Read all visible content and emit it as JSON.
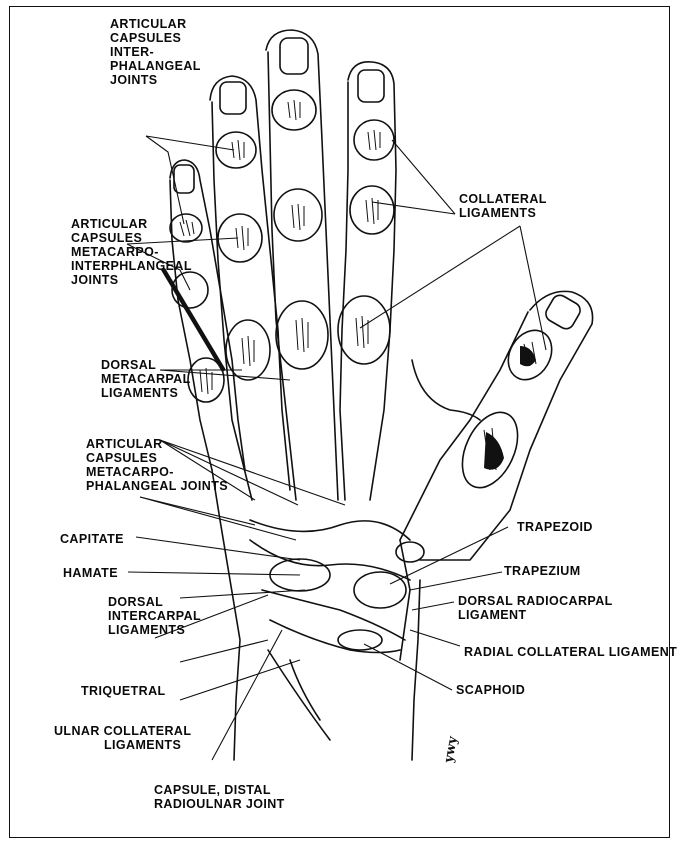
{
  "figure": {
    "signature": "ywy"
  },
  "labels": {
    "articular_capsules_interphalangeal": [
      "Articular",
      "Capsules",
      "Inter-",
      "phalangeal",
      "Joints"
    ],
    "articular_capsules_metacarpo_interphalangeal": [
      "Articular",
      "Capsules",
      "Metacarpo-",
      "interphlangeal",
      "Joints"
    ],
    "collateral_ligaments": [
      "Collateral",
      "Ligaments"
    ],
    "dorsal_metacarpal_ligaments": [
      "Dorsal",
      "Metacarpal",
      "Ligaments"
    ],
    "articular_capsules_metacarpophalangeal": [
      "Articular",
      "Capsules",
      "Metacarpo-",
      "phalangeal Joints"
    ],
    "capitate": "Capitate",
    "hamate": "Hamate",
    "dorsal_intercarpal_ligaments": [
      "Dorsal",
      "Intercarpal",
      "Ligaments"
    ],
    "triquetral": "Triquetral",
    "ulnar_collateral_ligaments": [
      "Ulnar Collateral",
      "Ligaments"
    ],
    "capsule_distal_radioulnar": [
      "Capsule, Distal",
      "Radioulnar Joint"
    ],
    "trapezoid": "Trapezoid",
    "trapezium": "Trapezium",
    "dorsal_radiocarpal_ligament": [
      "Dorsal Radiocarpal",
      "Ligament"
    ],
    "radial_collateral_ligament": "Radial Collateral Ligament",
    "scaphoid": "Scaphoid"
  },
  "colors": {
    "ink": "#111111",
    "paper": "#ffffff"
  }
}
